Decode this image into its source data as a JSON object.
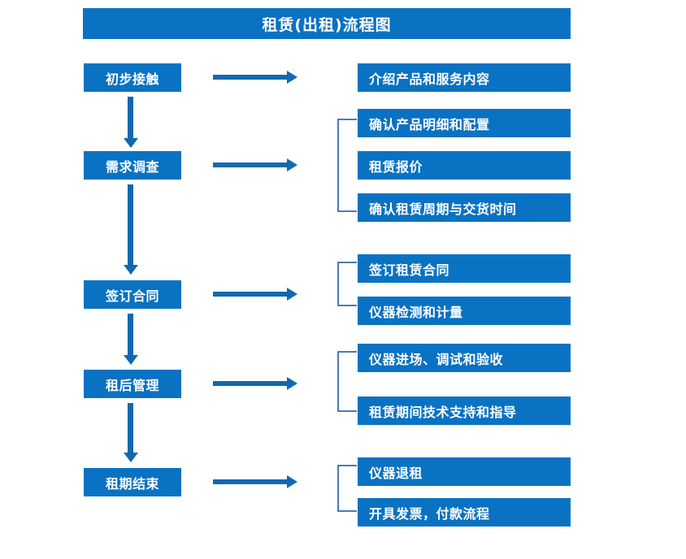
{
  "chart_data": {
    "type": "diagram",
    "title": "租赁(出租)流程图",
    "diagram_kind": "flowchart",
    "orientation": "vertical-stages-with-right-details",
    "stages": [
      {
        "stage": "初步接触",
        "details": [
          "介绍产品和服务内容"
        ],
        "bracketed": false
      },
      {
        "stage": "需求调查",
        "details": [
          "确认产品明细和配置",
          "租赁报价",
          "确认租赁周期与交货时间"
        ],
        "bracketed": true
      },
      {
        "stage": "签订合同",
        "details": [
          "签订租赁合同",
          "仪器检测和计量"
        ],
        "bracketed": true
      },
      {
        "stage": "租后管理",
        "details": [
          "仪器进场、调试和验收",
          "租赁期间技术支持和指导"
        ],
        "bracketed": true
      },
      {
        "stage": "租期结束",
        "details": [
          "仪器退租",
          "开具发票，付款流程"
        ],
        "bracketed": true
      }
    ]
  },
  "header": {
    "title": "租赁(出租)流程图"
  },
  "colors": {
    "box_fill": "#0a72c2",
    "box_text": "#ffffff",
    "arrow": "#1168b0",
    "bracket": "#4b7cb5",
    "background": "#ffffff"
  },
  "flow": {
    "stages": [
      {
        "label": "初步接触"
      },
      {
        "label": "需求调查"
      },
      {
        "label": "签订合同"
      },
      {
        "label": "租后管理"
      },
      {
        "label": "租期结束"
      }
    ],
    "details": [
      {
        "label": "介绍产品和服务内容"
      },
      {
        "label": "确认产品明细和配置"
      },
      {
        "label": "租赁报价"
      },
      {
        "label": "确认租赁周期与交货时间"
      },
      {
        "label": "签订租赁合同"
      },
      {
        "label": "仪器检测和计量"
      },
      {
        "label": "仪器进场、调试和验收"
      },
      {
        "label": "租赁期间技术支持和指导"
      },
      {
        "label": "仪器退租"
      },
      {
        "label": "开具发票，付款流程"
      }
    ]
  }
}
